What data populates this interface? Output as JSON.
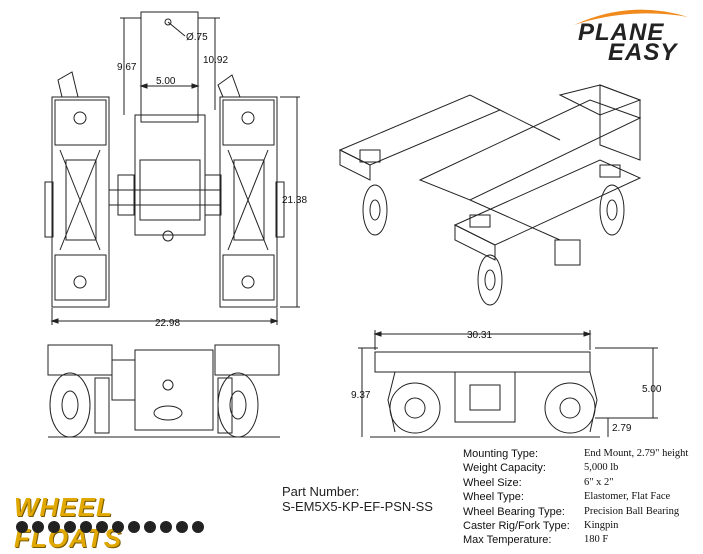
{
  "brand": {
    "plane_easy_line1": "PLANE",
    "plane_easy_line2": "EASY",
    "wheel_floats": "WHEEL FLOATS"
  },
  "dimensions": {
    "hole_dia": "Ø.75",
    "height_left": "9.67",
    "height_right": "10.92",
    "inner_width": "5.00",
    "overall_length": "21.38",
    "overall_width": "22.98",
    "side_length": "30.31",
    "side_height": "9.37",
    "side_ground_offset": "2.79",
    "side_mount_height": "5.00"
  },
  "part": {
    "label": "Part Number:",
    "number": "S-EM5X5-KP-EF-PSN-SS"
  },
  "specs": [
    {
      "key": "Mounting Type:",
      "value": "End Mount, 2.79\" height"
    },
    {
      "key": "Weight Capacity:",
      "value": "5,000 lb"
    },
    {
      "key": "Wheel Size:",
      "value": "6\" x 2\""
    },
    {
      "key": "Wheel Type:",
      "value": "Elastomer, Flat Face"
    },
    {
      "key": "Wheel Bearing Type:",
      "value": "Precision Ball Bearing"
    },
    {
      "key": "Caster Rig/Fork Type:",
      "value": "Kingpin"
    },
    {
      "key": "Max Temperature:",
      "value": "180 F"
    }
  ],
  "colors": {
    "line": "#222222",
    "brand_orange": "#f08a1c",
    "brand_gold": "#e0a800"
  }
}
